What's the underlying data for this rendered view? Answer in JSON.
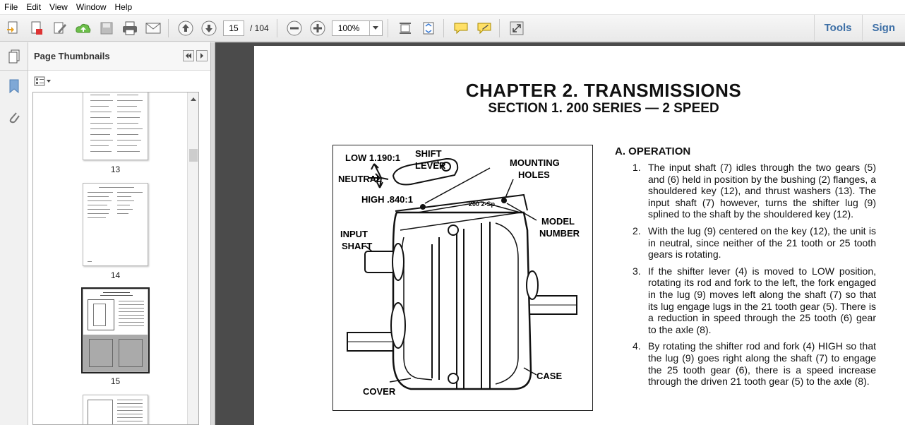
{
  "menu": {
    "items": [
      "File",
      "Edit",
      "View",
      "Window",
      "Help"
    ]
  },
  "toolbar": {
    "page_current": "15",
    "page_total": "/ 104",
    "zoom": "100%",
    "tools_label": "Tools",
    "sign_label": "Sign"
  },
  "thumbnails": {
    "title": "Page Thumbnails",
    "pages": [
      {
        "label": "13"
      },
      {
        "label": "14"
      },
      {
        "label": "15",
        "selected": true
      },
      {
        "label": ""
      }
    ]
  },
  "document": {
    "chapter_title": "CHAPTER 2. TRANSMISSIONS",
    "section_title": "SECTION 1. 200 SERIES — 2 SPEED",
    "figure_labels": {
      "low": "LOW 1.190:1",
      "shift_lever_1": "SHIFT",
      "shift_lever_2": "LEVER",
      "neutral": "NEUTRAL",
      "high": "HIGH .840:1",
      "mounting_1": "MOUNTING",
      "mounting_2": "HOLES",
      "model_1": "MODEL",
      "model_2": "NUMBER",
      "input_1": "INPUT",
      "input_2": "SHAFT",
      "case": "CASE",
      "cover": "COVER",
      "stamp": "200 2-Sp"
    },
    "operation_heading": "A. OPERATION",
    "operation_items": [
      {
        "num": "1.",
        "text": "The input shaft (7) idles through the two gears (5) and (6) held in position by the bushing (2) flanges, a shouldered key (12), and thrust washers (13). The input shaft (7) however, turns the shifter lug (9) splined to the shaft by the shouldered key (12)."
      },
      {
        "num": "2.",
        "text": "With the lug (9) centered on the key (12), the unit is in neutral, since neither of the 21 tooth or 25 tooth gears is rotating."
      },
      {
        "num": "3.",
        "text": "If the shifter lever (4) is moved to LOW position, rotating its rod and fork to the left, the fork engaged in the lug (9) moves left along the shaft (7) so that its lug engage lugs in the 21 tooth gear (5). There is a reduction in speed through the 25 tooth (6) gear to the axle (8)."
      },
      {
        "num": "4.",
        "text": "By rotating the shifter rod and fork (4) HIGH so that the lug (9) goes right along the shaft (7) to engage the 25 tooth gear (6), there is a speed in­crease through the driven 21 tooth gear (5) to the axle (8)."
      }
    ]
  }
}
